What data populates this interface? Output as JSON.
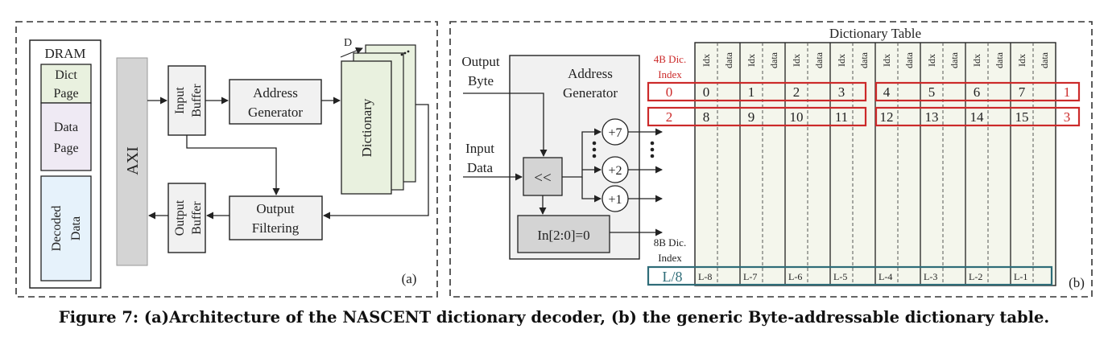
{
  "caption": "Figure 7: (a)Architecture of the NASCENT dictionary decoder, (b) the generic Byte-addressable dictionary table.",
  "panel_a": {
    "dram": {
      "title": "DRAM",
      "dict_page": [
        "Dict",
        "Page"
      ],
      "data_page": [
        "Data",
        "Page"
      ],
      "decoded": [
        "Decoded",
        "Data"
      ]
    },
    "axi": "AXI",
    "input_buffer": [
      "Input",
      "Buffer"
    ],
    "output_buffer": [
      "Output",
      "Buffer"
    ],
    "address_generator": [
      "Address",
      "Generator"
    ],
    "output_filtering": [
      "Output",
      "Filtering"
    ],
    "dictionary": "Dictionary",
    "depth_label": "D",
    "panel_label": "(a)"
  },
  "panel_b": {
    "output_byte": [
      "Output",
      "Byte"
    ],
    "input_data": [
      "Input",
      "Data"
    ],
    "address_generator": [
      "Address",
      "Generator"
    ],
    "shift": "<<",
    "cond": "In[2:0]=0",
    "adders": [
      "+7",
      "+2",
      "+1"
    ],
    "index_4b": [
      "4B Dic.",
      "Index"
    ],
    "index_8b": [
      "8B Dic.",
      "Index"
    ],
    "table_title": "Dictionary Table",
    "col_idx": "Idx",
    "col_data": "data",
    "row0": {
      "left": "0",
      "right": "1",
      "cells": [
        "0",
        "1",
        "2",
        "3",
        "4",
        "5",
        "6",
        "7"
      ]
    },
    "row1": {
      "left": "2",
      "right": "3",
      "cells": [
        "8",
        "9",
        "10",
        "11",
        "12",
        "13",
        "14",
        "15"
      ]
    },
    "bottom_left": "L/8",
    "bottom_cells": [
      "L-8",
      "L-7",
      "L-6",
      "L-5",
      "L-4",
      "L-3",
      "L-2",
      "L-1"
    ],
    "panel_label": "(b)"
  },
  "colors": {
    "red": "#cc2a2a",
    "teal": "#2e6c78",
    "dict_green": "#e9f1df",
    "data_purple": "#efeaf4",
    "decoded_blue": "#e6f2fb",
    "gray": "#d4d4d4"
  }
}
